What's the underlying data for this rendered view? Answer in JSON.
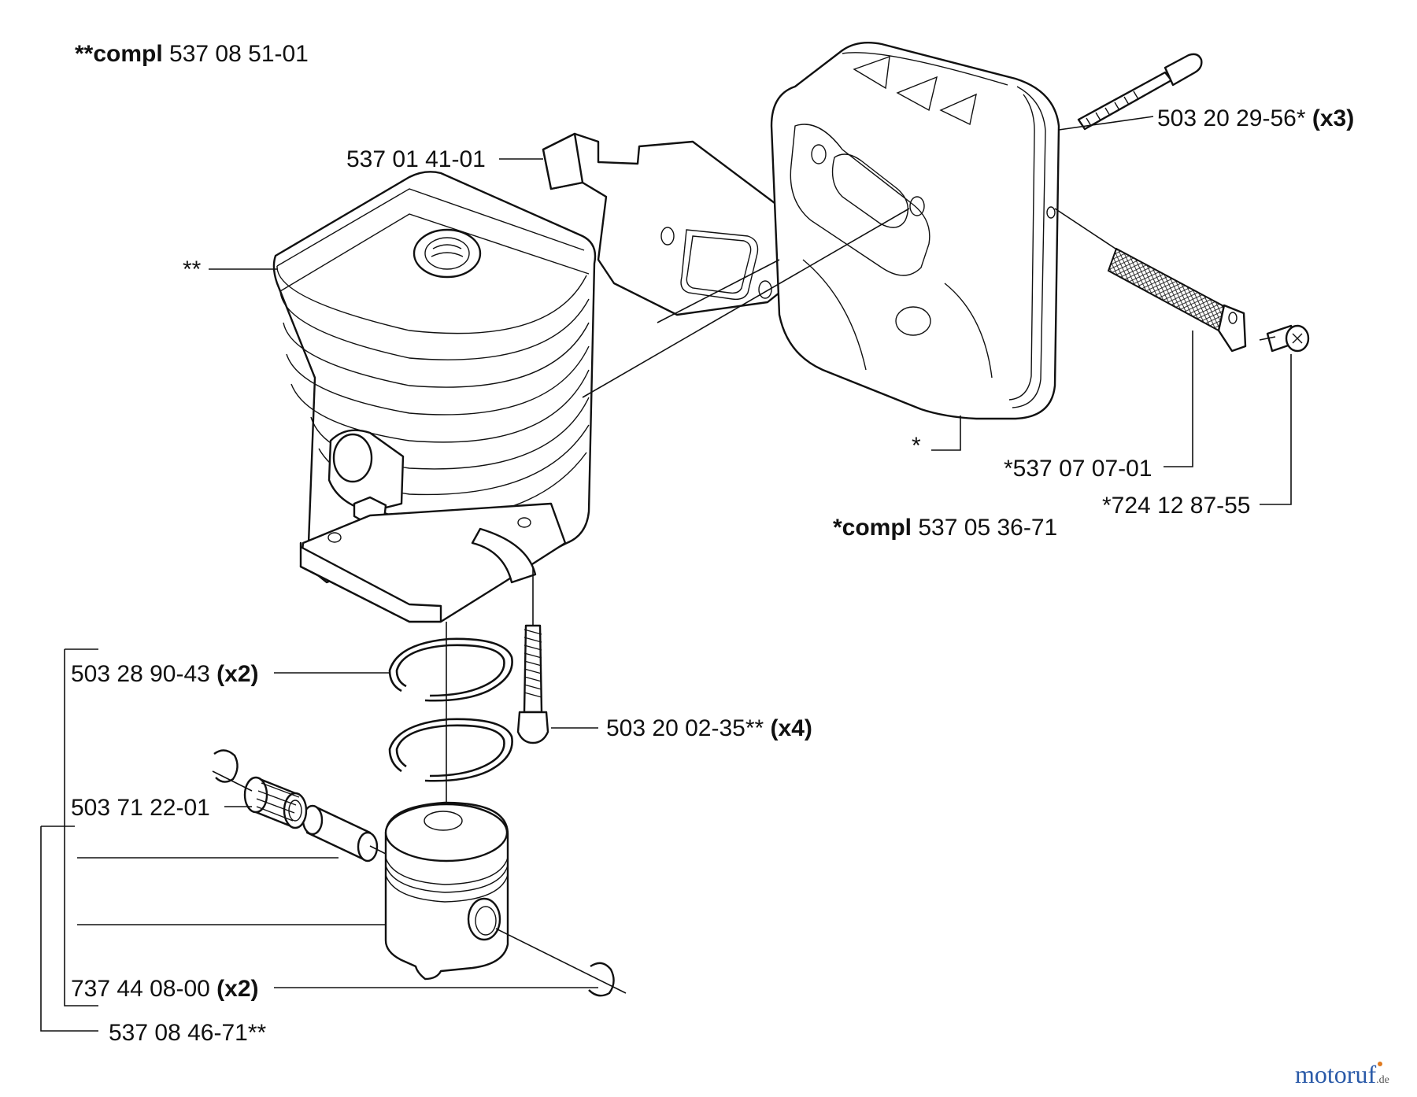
{
  "diagram": {
    "kits": {
      "cylinder_kit": {
        "prefix": "**compl",
        "number": "537 08 51-01"
      },
      "muffler_kit": {
        "prefix": "*compl",
        "number": "537 05 36-71"
      }
    },
    "callouts": {
      "bracket": "537 01 41-01",
      "cylinder": "**",
      "muffler": "*",
      "muffler_bolt": "503 20 29-56*",
      "muffler_bolt_qty": "(x3)",
      "spark_screen": "*537 07 07-01",
      "screen_screw": "*724 12 87-55",
      "piston_ring": "503 28 90-43",
      "piston_ring_qty": "(x2)",
      "cylinder_bolt": "503 20 02-35**",
      "cylinder_bolt_qty": "(x4)",
      "needle_bearing": "503 71 22-01",
      "circlip": "737 44 08-00",
      "circlip_qty": "(x2)",
      "piston_kit": "537 08 46-71**"
    },
    "watermark": {
      "brand": "motoruf",
      "domain": ".de"
    },
    "colors": {
      "ink": "#111111",
      "watermark_blue": "#2a5aa8",
      "watermark_orange": "#e07a1f"
    }
  }
}
